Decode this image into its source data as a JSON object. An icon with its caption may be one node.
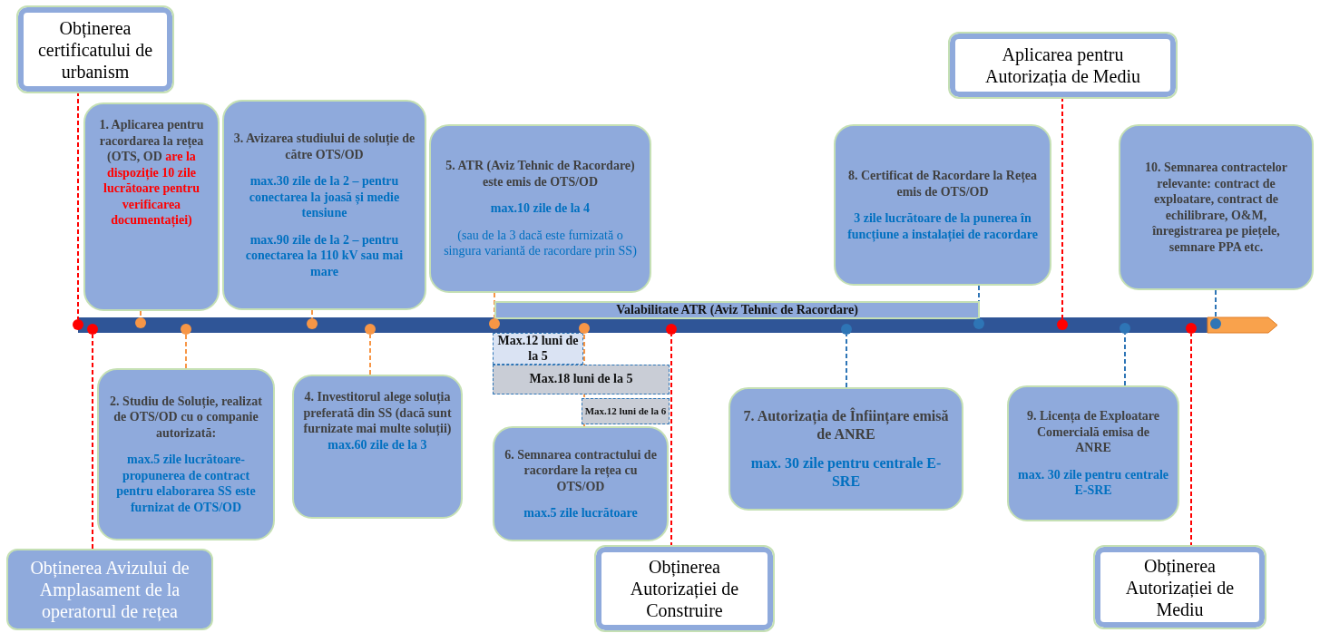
{
  "diagram": {
    "nodes": [
      {
        "text": [
          "Obținerea certificatului de urbanism"
        ]
      },
      {
        "text": [
          "1. Aplicarea pentru racordarea la rețea (OTS, OD",
          "are la dispoziție 10 zile lucrătoare pentru verificarea documentației)"
        ]
      },
      {
        "text": [
          "3. Avizarea studiului de soluție de către OTS/OD",
          "max.30 zile de la 2 – pentru conectarea la joasă și medie tensiune",
          "max.90 zile de la 2 – pentru conectarea la 110 kV sau mai mare"
        ]
      },
      {
        "text": [
          "5. ATR (Aviz Tehnic de Racordare) este emis de OTS/OD",
          "max.10 zile de la 4",
          "(sau de la 3 dacă este furnizată o singura variantă de racordare prin SS)"
        ]
      },
      {
        "text": [
          "Aplicarea pentru Autorizația de Mediu"
        ]
      },
      {
        "text": [
          "8. Certificat de Racordare la Rețea emis de OTS/OD",
          "3 zile lucrătoare de la punerea în funcțiune a instalației de racordare"
        ]
      },
      {
        "text": [
          "10. Semnarea contractelor relevante: contract de exploatare, contract de echilibrare, O&M, înregistrarea pe piețele, semnare PPA etc."
        ]
      },
      {
        "text": [
          "Valabilitate ATR (Aviz Tehnic de Racordare)"
        ]
      },
      {
        "text": [],
        "shape": "circle"
      },
      {
        "text": [],
        "shape": "circle"
      },
      {
        "text": [],
        "shape": "circle"
      },
      {
        "text": [],
        "shape": "circle"
      },
      {
        "text": [],
        "shape": "circle"
      },
      {
        "text": [],
        "shape": "circle"
      },
      {
        "text": [],
        "shape": "circle"
      },
      {
        "text": [],
        "shape": "circle"
      },
      {
        "text": [],
        "shape": "circle"
      },
      {
        "text": [],
        "shape": "circle"
      },
      {
        "text": [],
        "shape": "circle"
      },
      {
        "text": [],
        "shape": "circle"
      },
      {
        "text": [],
        "shape": "circle"
      },
      {
        "text": [],
        "shape": "circle"
      },
      {
        "text": [],
        "shape": "circle"
      },
      {
        "text": [
          "Max.12 luni de la 5"
        ]
      },
      {
        "text": [
          "Max.18 luni de la 5"
        ]
      },
      {
        "text": [
          "Max.12 luni de la 6"
        ]
      },
      {
        "text": [
          "2. Studiu de Soluție, realizat de OTS/OD cu o companie autorizată:",
          "max.5 zile lucrătoare-propunerea de contract pentru elaborarea SS este furnizat de OTS/OD"
        ]
      },
      {
        "text": [
          "4. Investitorul alege soluția preferată din SS (dacă sunt furnizate mai multe soluții)",
          "max.60 zile de la 3"
        ]
      },
      {
        "text": [
          "6. Semnarea contractului de racordare la rețea cu OTS/OD",
          "max.5 zile lucrătoare"
        ]
      },
      {
        "text": [
          "7. Autorizația de Înființare emisă de ANRE",
          "max. 30 zile pentru centrale E-SRE"
        ]
      },
      {
        "text": [
          "9. Licența de Exploatare Comercială emisa de ANRE",
          "max. 30 zile pentru centrale E-SRE"
        ]
      },
      {
        "text": [
          "Obținerea Avizului de Amplasament de la operatorul de rețea"
        ]
      },
      {
        "text": [
          "Obținerea Autorizației de Construire"
        ]
      },
      {
        "text": [
          "Obținerea Autorizației de Mediu"
        ]
      }
    ],
    "edges": [
      {
        "from": 0,
        "to": 8,
        "arrow": "none",
        "style": "dashed",
        "color": "#ff0000"
      },
      {
        "from": 1,
        "to": 10,
        "arrow": "none",
        "style": "dashed"
      },
      {
        "from": 2,
        "to": 12,
        "arrow": "none",
        "style": "dashed"
      },
      {
        "from": 3,
        "to": 14,
        "arrow": "none",
        "style": "dashed"
      },
      {
        "from": 4,
        "to": 19,
        "arrow": "none",
        "style": "dashed",
        "color": "#ff0000"
      },
      {
        "from": 5,
        "to": 18,
        "arrow": "none",
        "style": "dashed",
        "color": "#2e75b6"
      },
      {
        "from": 6,
        "to": 22,
        "arrow": "none",
        "style": "dashed",
        "color": "#2e75b6"
      },
      {
        "from": 26,
        "to": 11,
        "arrow": "none",
        "style": "dashed"
      },
      {
        "from": 27,
        "to": 13,
        "arrow": "none",
        "style": "dashed"
      },
      {
        "from": 28,
        "to": 15,
        "arrow": "none",
        "style": "dashed"
      },
      {
        "from": 29,
        "to": 17,
        "arrow": "none",
        "style": "dashed",
        "color": "#2e75b6"
      },
      {
        "from": 30,
        "to": 20,
        "arrow": "none",
        "style": "dashed",
        "color": "#2e75b6"
      },
      {
        "from": 31,
        "to": 9,
        "arrow": "none",
        "style": "dashed",
        "color": "#ff0000"
      },
      {
        "from": 32,
        "to": 16,
        "arrow": "none",
        "style": "dashed",
        "color": "#ff0000"
      },
      {
        "from": 33,
        "to": 21,
        "arrow": "none",
        "style": "dashed",
        "color": "#ff0000"
      }
    ]
  }
}
